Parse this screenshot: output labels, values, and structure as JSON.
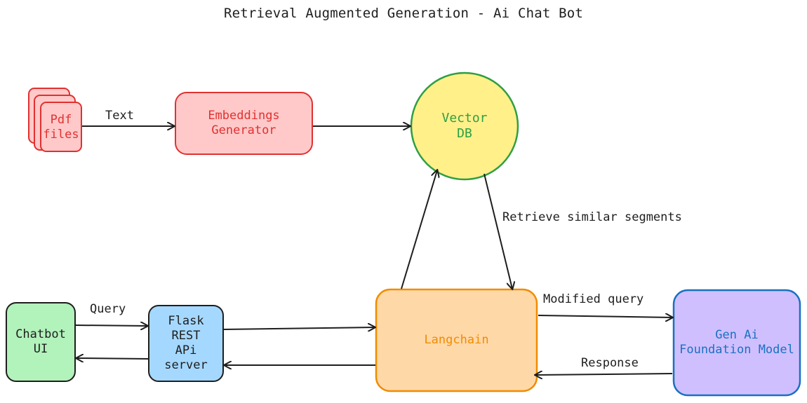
{
  "title": "Retrieval Augmented Generation - Ai Chat Bot",
  "nodes": {
    "pdf": {
      "label": "Pdf\nfiles",
      "fill": "#ffc9c9",
      "stroke": "#e03131",
      "text": "#e03131"
    },
    "embeddings": {
      "label": "Embeddings\nGenerator",
      "fill": "#ffc9c9",
      "stroke": "#e03131",
      "text": "#e03131"
    },
    "vectordb": {
      "label": "Vector\nDB",
      "fill": "#fff08a",
      "stroke": "#2f9e44",
      "text": "#2f9e44"
    },
    "chatbot": {
      "label": "Chatbot\nUI",
      "fill": "#b2f2bb",
      "stroke": "#1e1e1e",
      "text": "#1e1e1e"
    },
    "flask": {
      "label": "Flask\nREST\nAPi\nserver",
      "fill": "#a5d8ff",
      "stroke": "#1e1e1e",
      "text": "#1e1e1e"
    },
    "langchain": {
      "label": "Langchain",
      "fill": "#ffd8a8",
      "stroke": "#f08c00",
      "text": "#f08c00"
    },
    "genai": {
      "label": "Gen Ai\nFoundation Model",
      "fill": "#d0bfff",
      "stroke": "#1971c2",
      "text": "#1971c2"
    }
  },
  "edges": {
    "text": "Text",
    "retrieve": "Retrieve similar segments",
    "query": "Query",
    "modified_query": "Modified query",
    "response": "Response"
  }
}
